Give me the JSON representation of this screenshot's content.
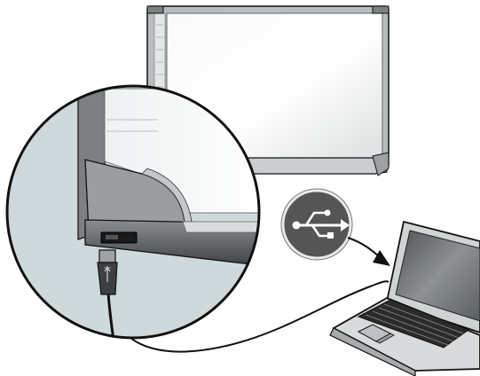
{
  "diagram": {
    "nodes": [
      {
        "id": "whiteboard",
        "icon": "interactive-whiteboard"
      },
      {
        "id": "magnifier",
        "icon": "zoomed-usb-port-detail"
      },
      {
        "id": "usb_badge",
        "icon": "usb-symbol"
      },
      {
        "id": "laptop",
        "icon": "laptop-computer"
      }
    ],
    "edges": [
      {
        "from": "whiteboard",
        "to": "laptop",
        "kind": "usb-cable"
      },
      {
        "from": "usb_badge",
        "to": "laptop",
        "kind": "pointer-arrow"
      }
    ]
  },
  "colors": {
    "outline": "#111111",
    "board_frame": "#b9bdbf",
    "board_surface": "#f1f3f4",
    "zoom_background": "#cfd9dc",
    "usb_badge_fill": "#555555",
    "usb_symbol": "#ffffff",
    "laptop_body": "#d8dadb",
    "laptop_screen": "#6f7477",
    "keyboard_keys": "#2b2b2b"
  }
}
